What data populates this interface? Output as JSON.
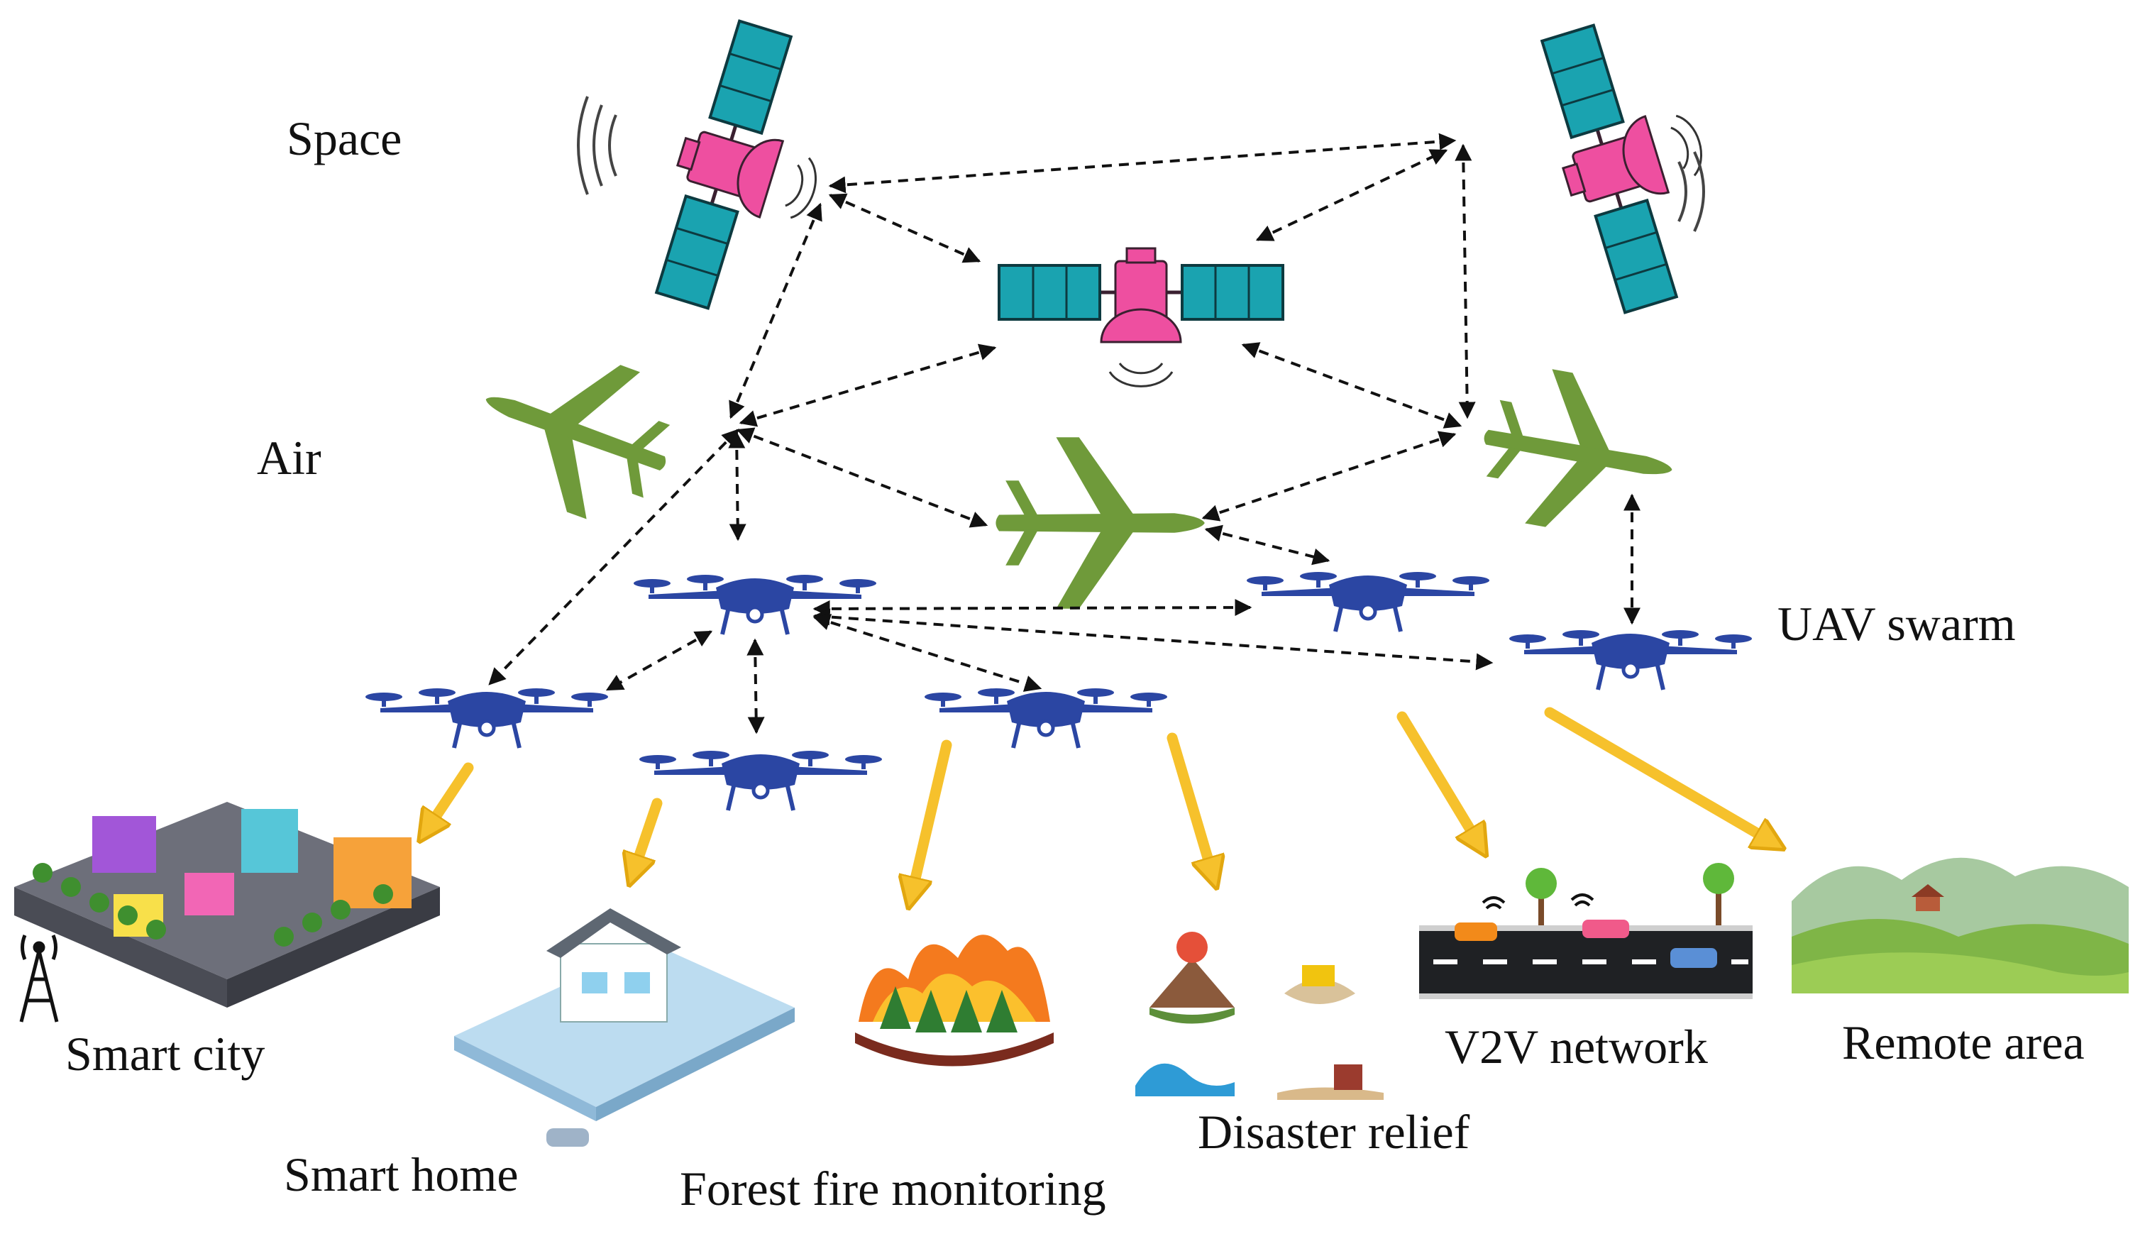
{
  "layers": {
    "space": "Space",
    "air": "Air",
    "uav": "UAV swarm"
  },
  "applications": {
    "smart_city": "Smart city",
    "smart_home": "Smart home",
    "forest_fire": "Forest fire monitoring",
    "disaster_relief": "Disaster relief",
    "v2v": "V2V network",
    "remote_area": "Remote area"
  },
  "colors": {
    "satellite_body": "#ee4fa0",
    "solar_panel": "#1aa3b0",
    "aircraft": "#6f9a3a",
    "uav": "#2b46a3",
    "link": "#111111",
    "application_arrow": "#f6c12c"
  }
}
